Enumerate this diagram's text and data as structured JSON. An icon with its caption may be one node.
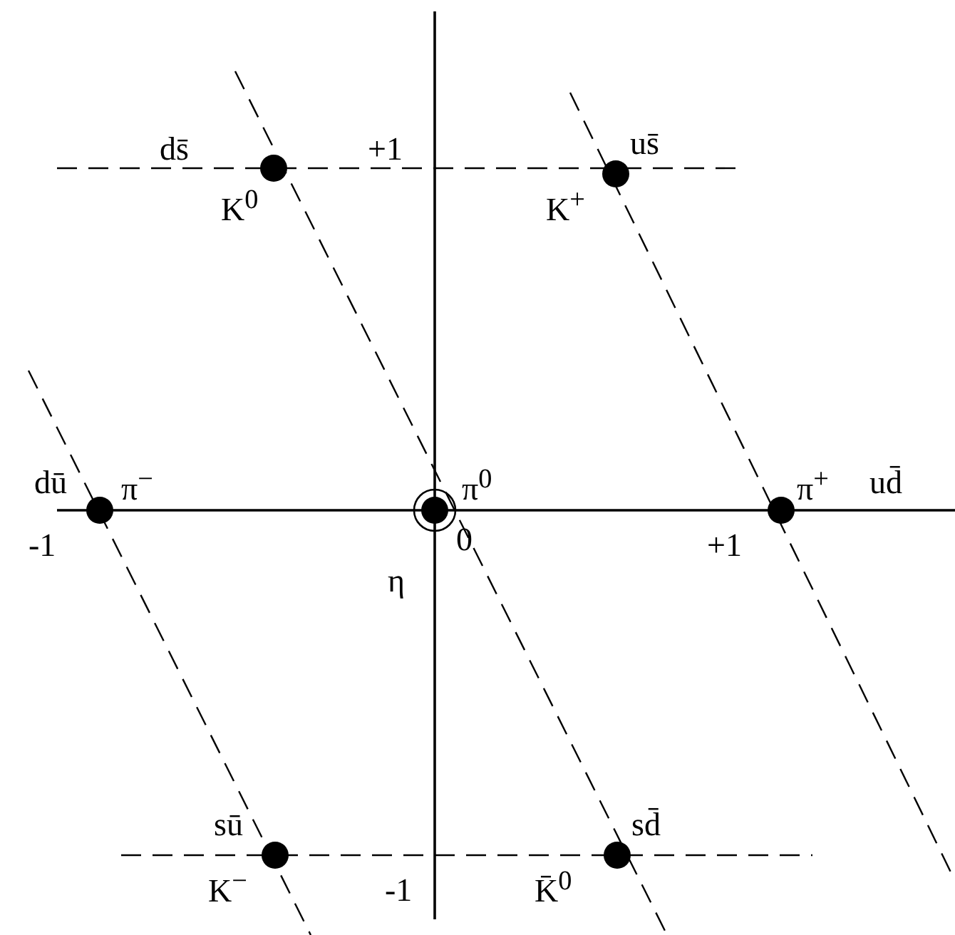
{
  "diagram": {
    "nodes": [
      {
        "text": [
          "ds̄",
          "K$^{0}$"
        ]
      },
      {
        "text": [
          "us̄",
          "K$^{+}$"
        ]
      },
      {
        "text": [
          "dū",
          "π$^{−}$"
        ]
      },
      {
        "text": [
          "π$^{0}$",
          "η"
        ]
      },
      {
        "text": [
          "π$^{+}$",
          "ud̄"
        ]
      },
      {
        "text": [
          "sū",
          "K$^{−}$"
        ]
      },
      {
        "text": [
          "sd̄",
          "K̄$^{0}$"
        ]
      }
    ],
    "edges": [],
    "labels": [
      "+1",
      "-1",
      "0",
      "+1",
      "-1"
    ]
  }
}
